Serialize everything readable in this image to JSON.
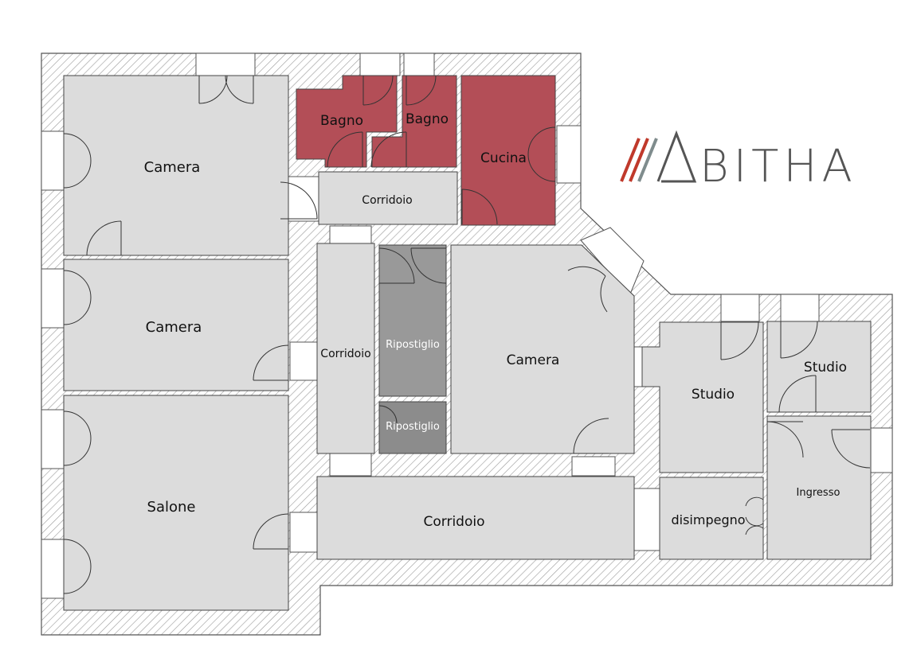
{
  "colors": {
    "wall_hatch": "#9a9a9a",
    "room_fill": "#dcdcdc",
    "wet_room_fill": "#b34e57",
    "storage_fill": "#999999",
    "storage_fill_dark": "#8c8c8c",
    "logo_text": "#555555",
    "logo_accent": "#c0392b"
  },
  "logo": {
    "text": "BITHA"
  },
  "rooms": {
    "camera_1": "Camera",
    "camera_2": "Camera",
    "salone": "Salone",
    "bagno_1": "Bagno",
    "bagno_2": "Bagno",
    "cucina": "Cucina",
    "corridoio_top": "Corridoio",
    "corridoio_vertical": "Corridoio",
    "ripostiglio_1": "Ripostiglio",
    "ripostiglio_2": "Ripostiglio",
    "camera_3": "Camera",
    "corridoio_bottom": "Corridoio",
    "studio_1": "Studio",
    "studio_2": "Studio",
    "disimpegno": "disimpegno",
    "ingresso": "Ingresso"
  }
}
